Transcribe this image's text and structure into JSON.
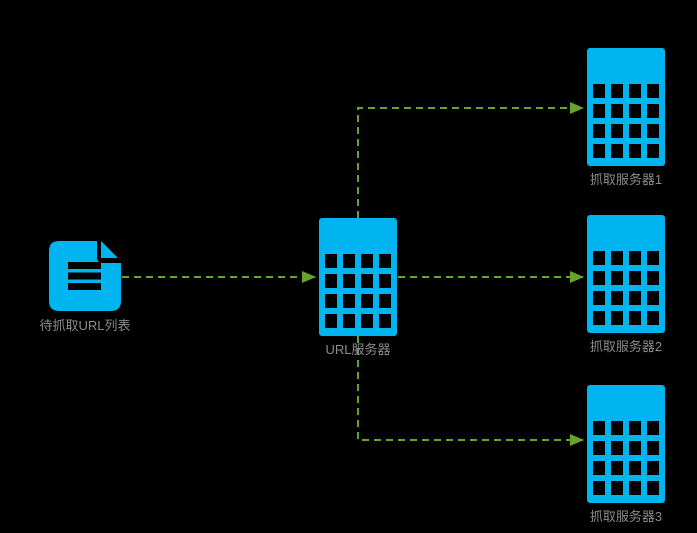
{
  "diagram": {
    "background_color": "#000000",
    "colors": {
      "node": "#00B4F0",
      "connector": "#66A42C",
      "label": "#8C8C8C"
    },
    "nodes": [
      {
        "id": "url-list",
        "icon": "document-icon",
        "label": "待抓取URL列表"
      },
      {
        "id": "url-server",
        "icon": "server-grid-icon",
        "label": "URL服务器"
      },
      {
        "id": "crawler-1",
        "icon": "server-grid-icon",
        "label": "抓取服务器1"
      },
      {
        "id": "crawler-2",
        "icon": "server-grid-icon",
        "label": "抓取服务器2"
      },
      {
        "id": "crawler-3",
        "icon": "server-grid-icon",
        "label": "抓取服务器3"
      }
    ],
    "connectors": [
      {
        "from": "待抓取URL列表",
        "to": "URL服务器",
        "style": "dashed",
        "arrow": "end"
      },
      {
        "from": "URL服务器",
        "to": "抓取服务器1",
        "style": "dashed",
        "arrow": "end"
      },
      {
        "from": "URL服务器",
        "to": "抓取服务器2",
        "style": "dashed",
        "arrow": "end"
      },
      {
        "from": "URL服务器",
        "to": "抓取服务器3",
        "style": "dashed",
        "arrow": "end"
      }
    ]
  }
}
